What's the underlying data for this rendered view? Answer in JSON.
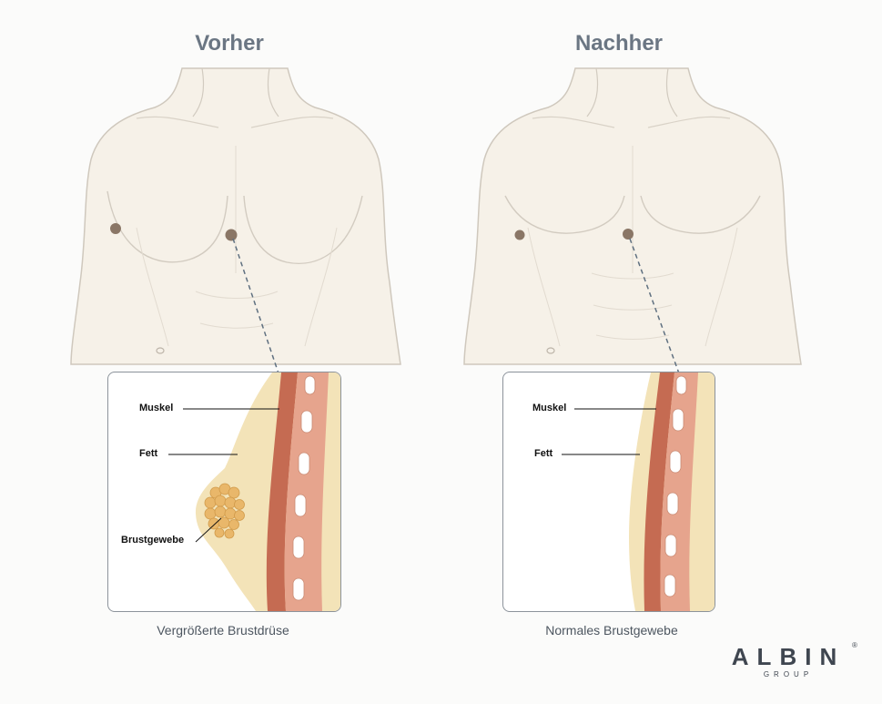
{
  "headings": {
    "before": "Vorher",
    "after": "Nachher"
  },
  "captions": {
    "before": "Vergrößerte Brustdrüse",
    "after": "Normales Brustgewebe"
  },
  "before_labels": {
    "muscle": "Muskel",
    "fat": "Fett",
    "gland": "Brustgewebe"
  },
  "after_labels": {
    "muscle": "Muskel",
    "fat": "Fett"
  },
  "logo": {
    "word": "ALBIN",
    "sub": "GROUP",
    "mark": "®"
  },
  "colors": {
    "skin": "#f6f1e8",
    "outline": "#cfc8bd",
    "nipple": "#8a7666",
    "fat": "#f3e3b8",
    "muscle": "#c56b52",
    "gland": "#e9b76a",
    "rib": "#ffffff",
    "ribTissue": "#e6a48d",
    "dash": "#5f7080"
  }
}
